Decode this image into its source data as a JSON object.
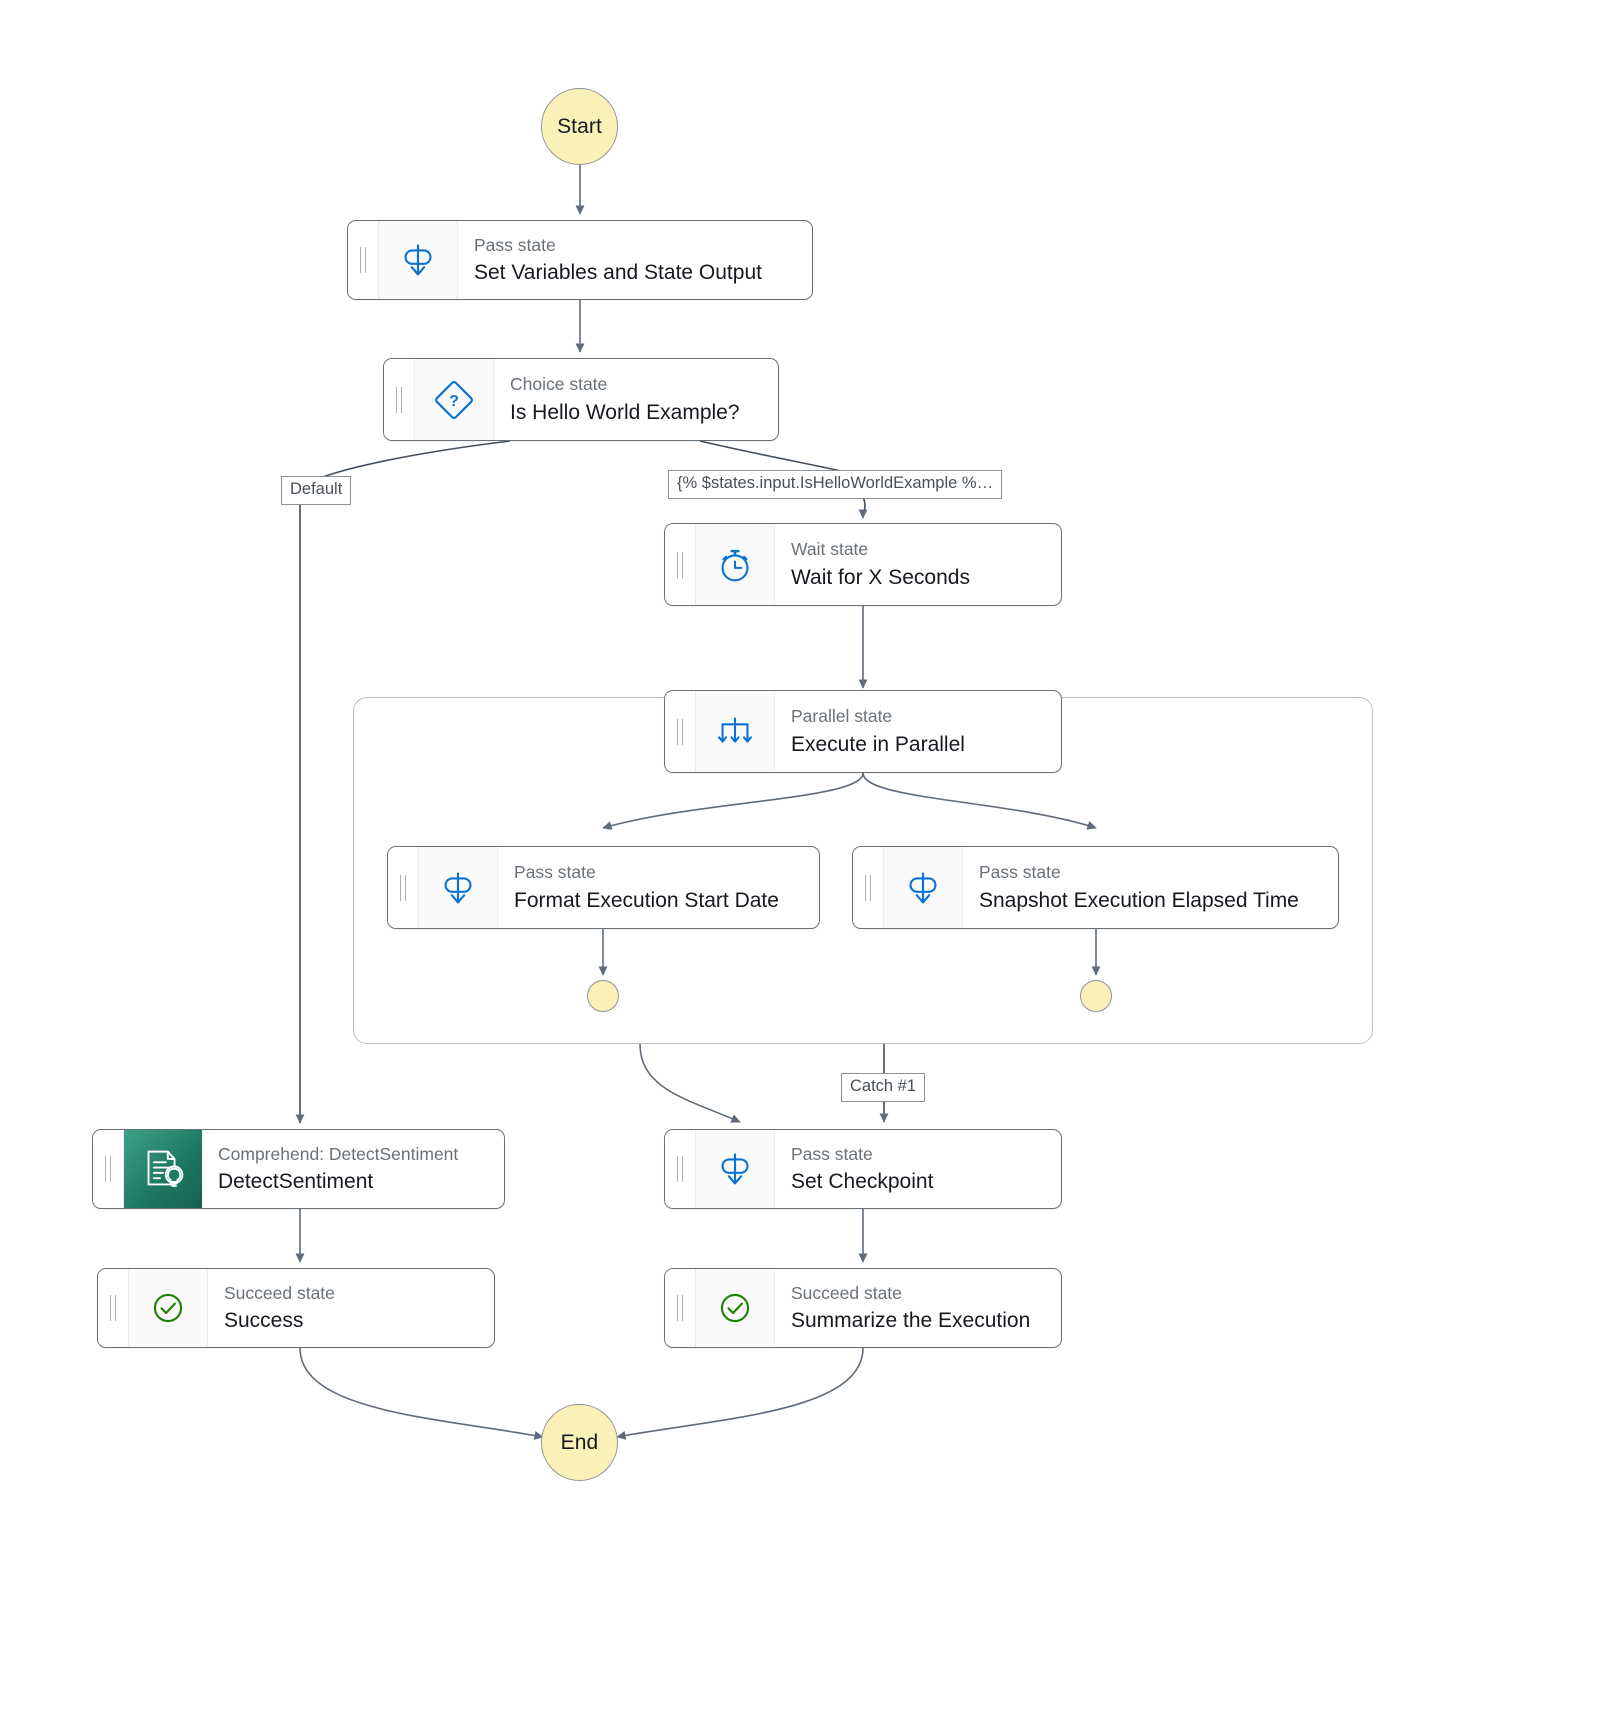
{
  "graph": {
    "title": "State machine workflow graph",
    "terminals": [
      {
        "id": "start",
        "label": "Start"
      },
      {
        "id": "end",
        "label": "End"
      }
    ],
    "edge_labels": [
      {
        "id": "default",
        "text": "Default"
      },
      {
        "id": "choice-rule-1",
        "text": "{% $states.input.IsHelloWorldExample %…"
      },
      {
        "id": "catch-1",
        "text": "Catch #1"
      }
    ],
    "nodes": [
      {
        "id": "set-variables-and-state-output",
        "kind": "Pass state",
        "name": "Set Variables and State Output",
        "icon": "pass-state-icon"
      },
      {
        "id": "is-hello-world-example",
        "kind": "Choice state",
        "name": "Is Hello World Example?",
        "icon": "choice-state-icon"
      },
      {
        "id": "wait-for-x-seconds",
        "kind": "Wait state",
        "name": "Wait for X Seconds",
        "icon": "wait-state-icon"
      },
      {
        "id": "execute-in-parallel",
        "kind": "Parallel state",
        "name": "Execute in Parallel",
        "icon": "parallel-state-icon"
      },
      {
        "id": "format-execution-start-date",
        "kind": "Pass state",
        "name": "Format Execution Start Date",
        "icon": "pass-state-icon"
      },
      {
        "id": "snapshot-execution-elapsed-time",
        "kind": "Pass state",
        "name": "Snapshot Execution Elapsed Time",
        "icon": "pass-state-icon"
      },
      {
        "id": "detect-sentiment",
        "kind": "Comprehend: DetectSentiment",
        "name": "DetectSentiment",
        "icon": "comprehend-detect-sentiment-icon"
      },
      {
        "id": "set-checkpoint",
        "kind": "Pass state",
        "name": "Set Checkpoint",
        "icon": "pass-state-icon"
      },
      {
        "id": "success",
        "kind": "Succeed state",
        "name": "Success",
        "icon": "succeed-state-icon"
      },
      {
        "id": "summarize-the-execution",
        "kind": "Succeed state",
        "name": "Summarize the Execution",
        "icon": "succeed-state-icon"
      }
    ],
    "colors": {
      "terminal_fill": "#faf1b8",
      "terminal_stroke": "#8d9199",
      "node_border": "#687078",
      "icon_blue": "#0972d3",
      "succeed_green": "#1d8102",
      "comprehend_green": "#1f7a63",
      "edge_stroke": "#414d5c",
      "kind_text": "#6a7179",
      "name_text": "#16191f"
    }
  }
}
